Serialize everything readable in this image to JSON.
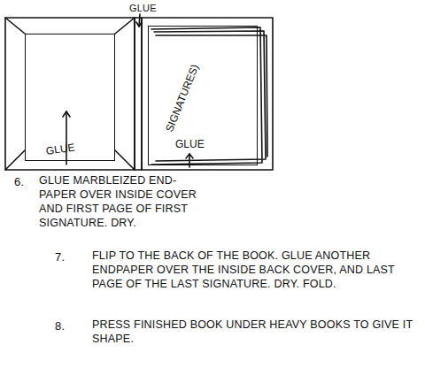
{
  "diagram": {
    "nodes": [
      {
        "text": [
          "GLUE"
        ]
      },
      {
        "text": [
          "SIGNATURES)",
          "GLUE"
        ]
      }
    ],
    "labels": [
      "GLUE",
      "6.",
      "GLUE MARBLEIZED END- PAPER OVER INSIDE COVER AND FIRST PAGE OF FIRST SIGNATURE. DRY.",
      "7.",
      "FLIP TO THE BACK OF THE BOOK. GLUE ANOTHER ENDPAPER OVER THE INSIDE BACK COVER, AND LAST PAGE OF THE LAST SIGNATURE. DRY. FOLD.",
      "8.",
      "PRESS FINISHED BOOK UNDER HEAVY BOOKS TO GIVE IT SHAPE."
    ]
  }
}
